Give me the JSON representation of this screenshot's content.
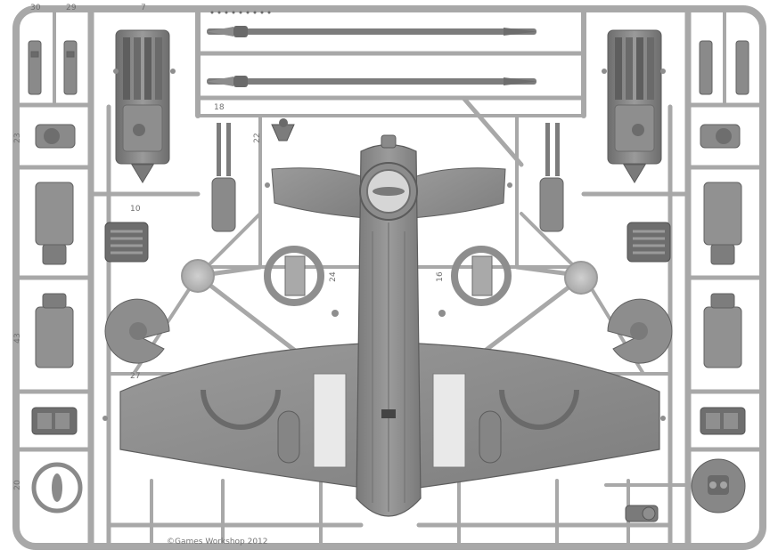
{
  "image": {
    "subject": "plastic-model-sprue",
    "palette": {
      "background": "#ffffff",
      "frame": "#a8a8a8",
      "frame_dark": "#8a8a8a",
      "part": "#8c8c8c",
      "part_light": "#a3a3a3",
      "part_dark": "#6a6a6a",
      "shadow": "#5a5a5a"
    }
  },
  "part_numbers": {
    "n30": "30",
    "n29": "29",
    "n7": "7",
    "n23": "23",
    "n18": "18",
    "n22": "22",
    "n10": "10",
    "n43": "43",
    "n27": "27",
    "n20": "20",
    "n24": "24",
    "n16": "16"
  },
  "copyright": "©Games Workshop 2012"
}
